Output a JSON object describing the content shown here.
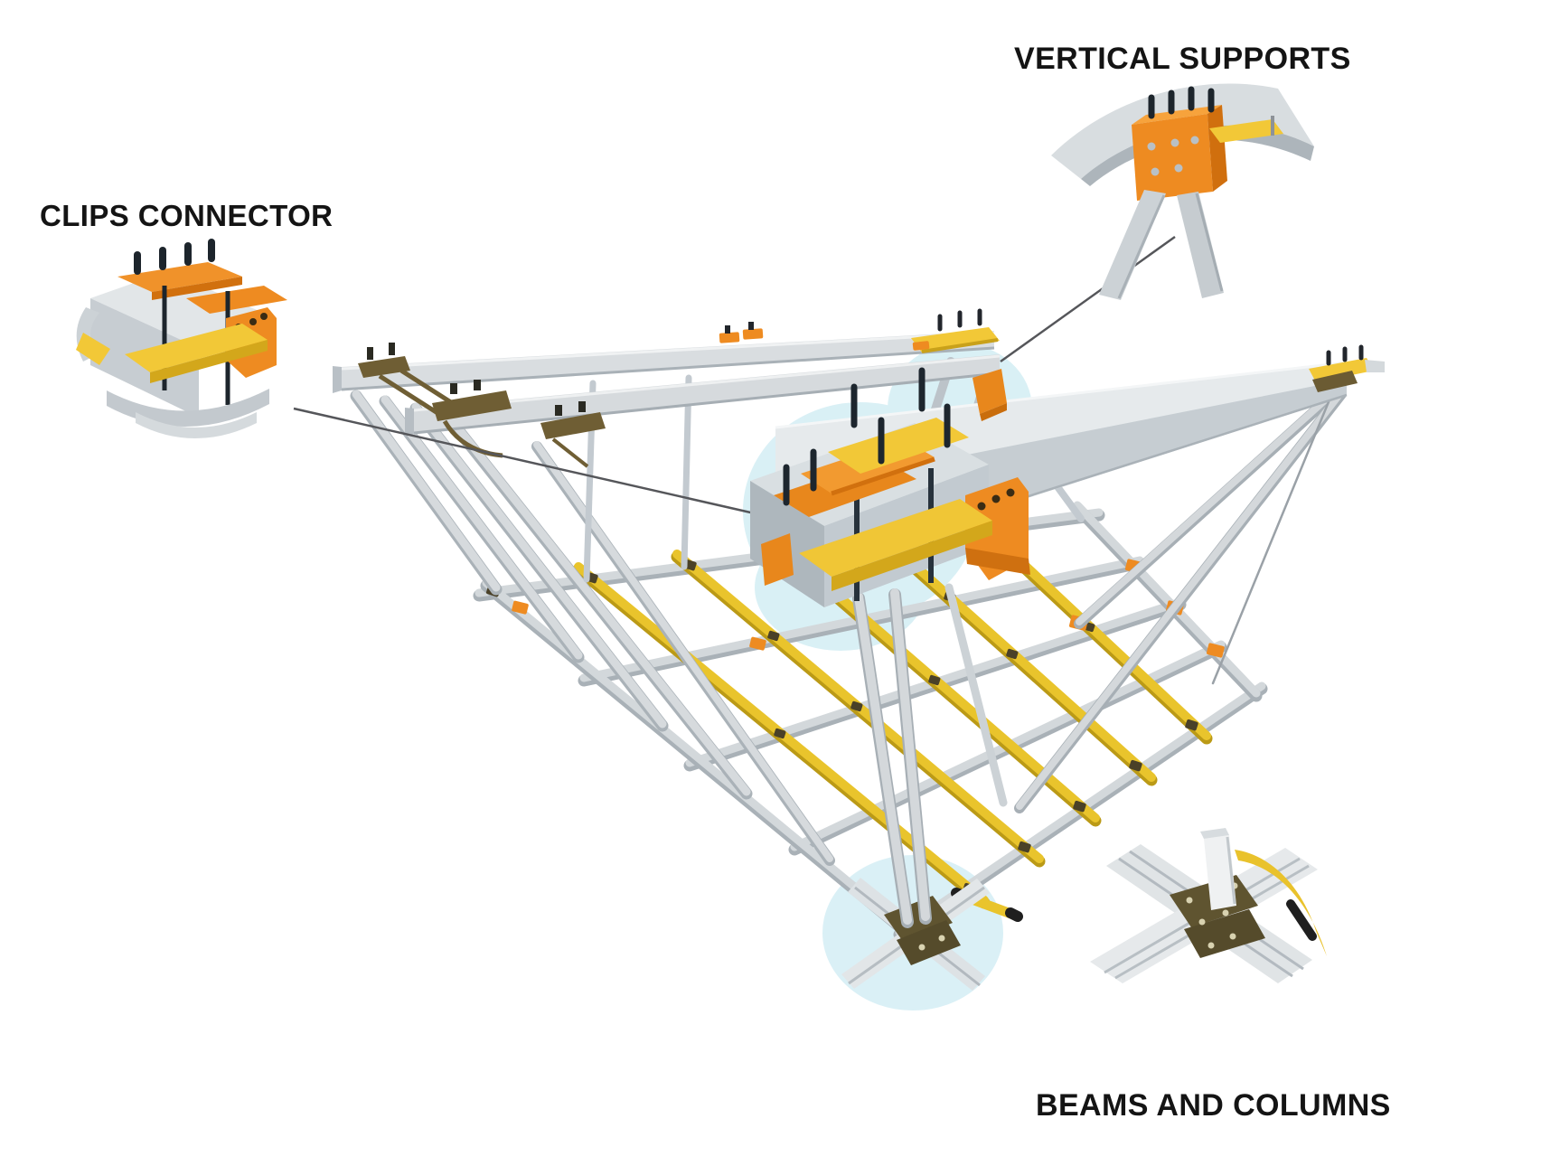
{
  "labels": {
    "clips_connector": "CLIPS CONNECTOR",
    "vertical_supports": "VERTICAL SUPPORTS",
    "beams_and_columns": "BEAMS AND COLUMNS"
  },
  "colors": {
    "background": "#ffffff",
    "label_text": "#141414",
    "beam_gray_light": "#e3e7e9",
    "beam_gray": "#ced4d8",
    "beam_gray_dark": "#aab2b8",
    "grid_yellow": "#e9c42c",
    "grid_yellow_dark": "#bb9a16",
    "connector_orange": "#ee8b21",
    "connector_orange_dark": "#d1700e",
    "clamp_yellow": "#f2c837",
    "node_olive_brown": "#5f5430",
    "clip_brown": "#6f5e34",
    "bolt_dark": "#20262e",
    "highlight_cyan": "#c3e7f0",
    "leader_line": "#55565a"
  },
  "callouts": [
    {
      "id": "clips-connector",
      "label": "CLIPS CONNECTOR",
      "has_leader_line": true
    },
    {
      "id": "vertical-supports",
      "label": "VERTICAL SUPPORTS",
      "has_leader_line": true
    },
    {
      "id": "beams-and-columns",
      "label": "BEAMS AND COLUMNS",
      "has_leader_line": false
    }
  ]
}
